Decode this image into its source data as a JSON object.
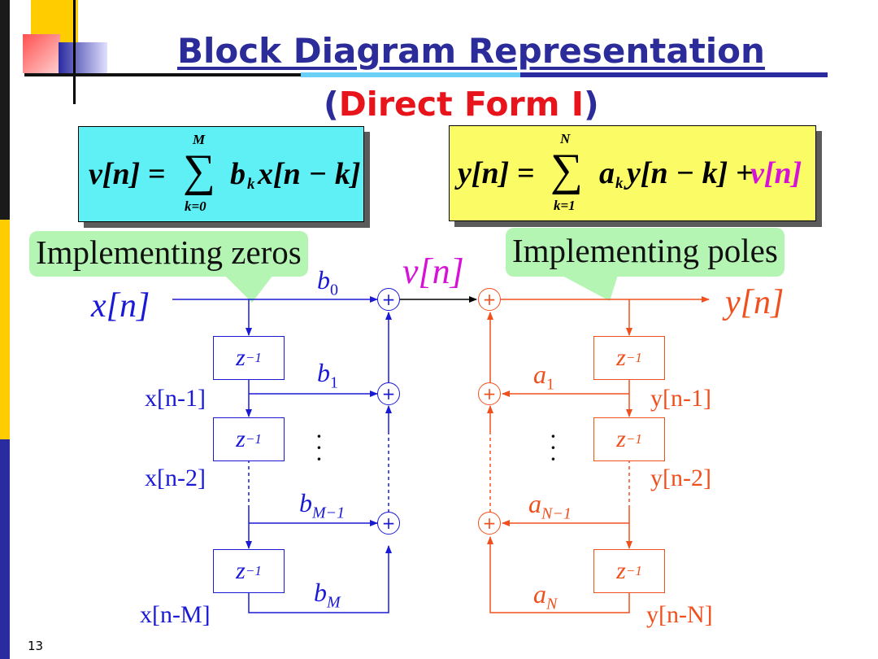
{
  "title_line1": "Block Diagram Representation",
  "title_line2": {
    "open": "(",
    "highlight": "Direct Form I",
    "close": ")"
  },
  "eq_left": {
    "lhs": "v[n] =",
    "sum_top": "M",
    "sum_bottom": "k=0",
    "body": "b",
    "body_sub": "k",
    "body_rest": "x[n − k]"
  },
  "eq_right": {
    "lhs": "y[n] =",
    "sum_top": "N",
    "sum_bottom": "k=1",
    "body": "a",
    "body_sub": "k",
    "body_rest": "y[n − k] +",
    "tail": "v[n]"
  },
  "callout_zeros": "Implementing zeros",
  "callout_poles": "Implementing poles",
  "signals": {
    "x_n": "x[n]",
    "y_n": "y[n]",
    "v_n": "v[n]",
    "x_n1": "x[n-1]",
    "x_n2": "x[n-2]",
    "x_nM": "x[n-M]",
    "y_n1": "y[n-1]",
    "y_n2": "y[n-2]",
    "y_nN": "y[n-N]"
  },
  "coeffs_b": [
    {
      "base": "b",
      "sub": "0"
    },
    {
      "base": "b",
      "sub": "1"
    },
    {
      "base": "b",
      "sub": "M−1"
    },
    {
      "base": "b",
      "sub": "M"
    }
  ],
  "coeffs_a": [
    {
      "base": "a",
      "sub": "1"
    },
    {
      "base": "a",
      "sub": "N−1"
    },
    {
      "base": "a",
      "sub": "N"
    }
  ],
  "delay": {
    "base": "z",
    "exp": "−1"
  },
  "adder_symbol": "+",
  "page_number": "13",
  "colors": {
    "title": "#2b2b9a",
    "highlight": "#e8141b",
    "zeros": "#1a1ad6",
    "poles": "#f0501e",
    "v_signal": "#d512d6",
    "eq_left_bg": "#5ef0f5",
    "eq_right_bg": "#fbfb66",
    "callout_bg": "#b4f5b4"
  }
}
